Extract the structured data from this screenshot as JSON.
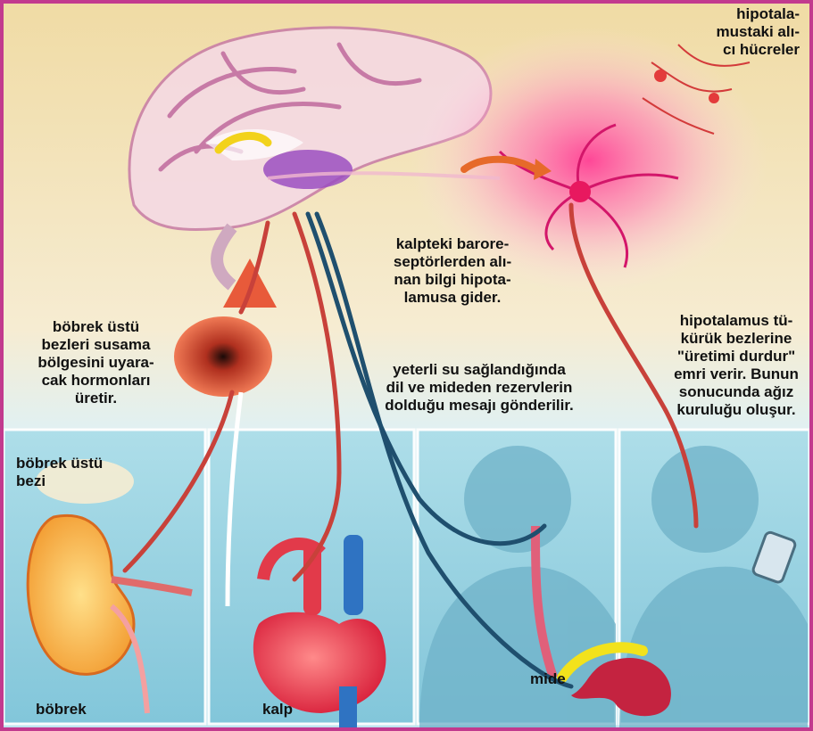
{
  "colors": {
    "frame": "#c23a8e",
    "nerve": "#c8413a",
    "nerve_dark": "#1f4f6e",
    "bg_top": "#f3e3b4",
    "bg_mid": "#d8eef6",
    "panel_fill": "#8ecfe0",
    "glow": "#ff5fa8"
  },
  "labels": {
    "hypothalamus_receptors": "hipotala-\nmustaki alı-\ncı hücreler",
    "baroreceptors": "kalpteki barore-\nseptörlerden alı-\nnan bilgi hipota-\nlamusa gider.",
    "adrenal_hormones": "böbrek üstü\nbezleri susama\nbölgesini uyara-\ncak hormonları\nüretir.",
    "hypothalamus_saliva": "hipotalamus tü-\nkürük bezlerine\n\"üretimi durdur\"\nemri verir. Bunun\nsonucunda ağız\nkuruluğu oluşur.",
    "water_message": "yeterli su sağlandığında\ndil ve mideden rezervlerin\ndolduğu mesajı gönderilir.",
    "adrenal_gland": "böbrek üstü\nbezi",
    "kidney": "böbrek",
    "heart": "kalp",
    "stomach": "mide"
  }
}
